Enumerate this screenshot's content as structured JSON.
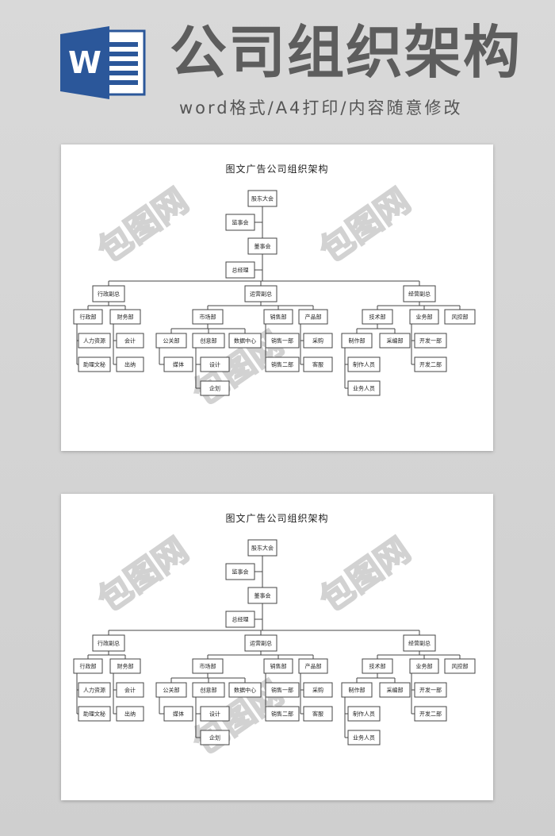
{
  "header": {
    "icon_name": "word-document-icon",
    "icon_letter": "W",
    "title": "公司组织架构",
    "subtitle": "word格式/A4打印/内容随意修改"
  },
  "watermark": "包图网",
  "colors": {
    "word_blue": "#2b579a",
    "title_gray": "#5d5d5d"
  },
  "pages": [
    {
      "title": "图文广告公司组织架构",
      "nodes": {
        "gdhy": "股东大会",
        "jsh": "监事会",
        "dsh": "董事会",
        "zjl": "总经理",
        "xzfz": "行政副总",
        "yyfz": "运营副总",
        "jyfz": "经营副总",
        "xzb": "行政部",
        "cwb": "财务部",
        "rlzy": "人力资源",
        "zlwm": "助理文秘",
        "kj": "会计",
        "cn": "出纳",
        "scb": "市场部",
        "xsb": "销售部",
        "cpb": "产品部",
        "ggb": "公关部",
        "cyb": "创意部",
        "sjzx": "数据中心",
        "mt": "媒体",
        "sj": "设计",
        "ch": "企划",
        "xsyb": "销售一部",
        "xseb": "销售二部",
        "cg": "采购",
        "kf": "客服",
        "jsb": "技术部",
        "ywb": "业务部",
        "fkb": "风控部",
        "zzb": "制作部",
        "cbb": "采编部",
        "zzry": "制作人员",
        "ywry": "业务人员",
        "kfyb": "开发一部",
        "kfeb": "开发二部"
      }
    },
    {
      "title": "图文广告公司组织架构",
      "nodes": {
        "gdhy": "股东大会",
        "jsh": "监事会",
        "dsh": "董事会",
        "zjl": "总经理",
        "xzfz": "行政副总",
        "yyfz": "运营副总",
        "jyfz": "经营副总",
        "xzb": "行政部",
        "cwb": "财务部",
        "rlzy": "人力资源",
        "zlwm": "助理文秘",
        "kj": "会计",
        "cn": "出纳",
        "scb": "市场部",
        "xsb": "销售部",
        "cpb": "产品部",
        "ggb": "公关部",
        "cyb": "创意部",
        "sjzx": "数据中心",
        "mt": "媒体",
        "sj": "设计",
        "ch": "企划",
        "xsyb": "销售一部",
        "xseb": "销售二部",
        "cg": "采购",
        "kf": "客服",
        "jsb": "技术部",
        "ywb": "业务部",
        "fkb": "风控部",
        "zzb": "制作部",
        "cbb": "采编部",
        "zzry": "制作人员",
        "ywry": "业务人员",
        "kfyb": "开发一部",
        "kfeb": "开发二部"
      }
    }
  ]
}
